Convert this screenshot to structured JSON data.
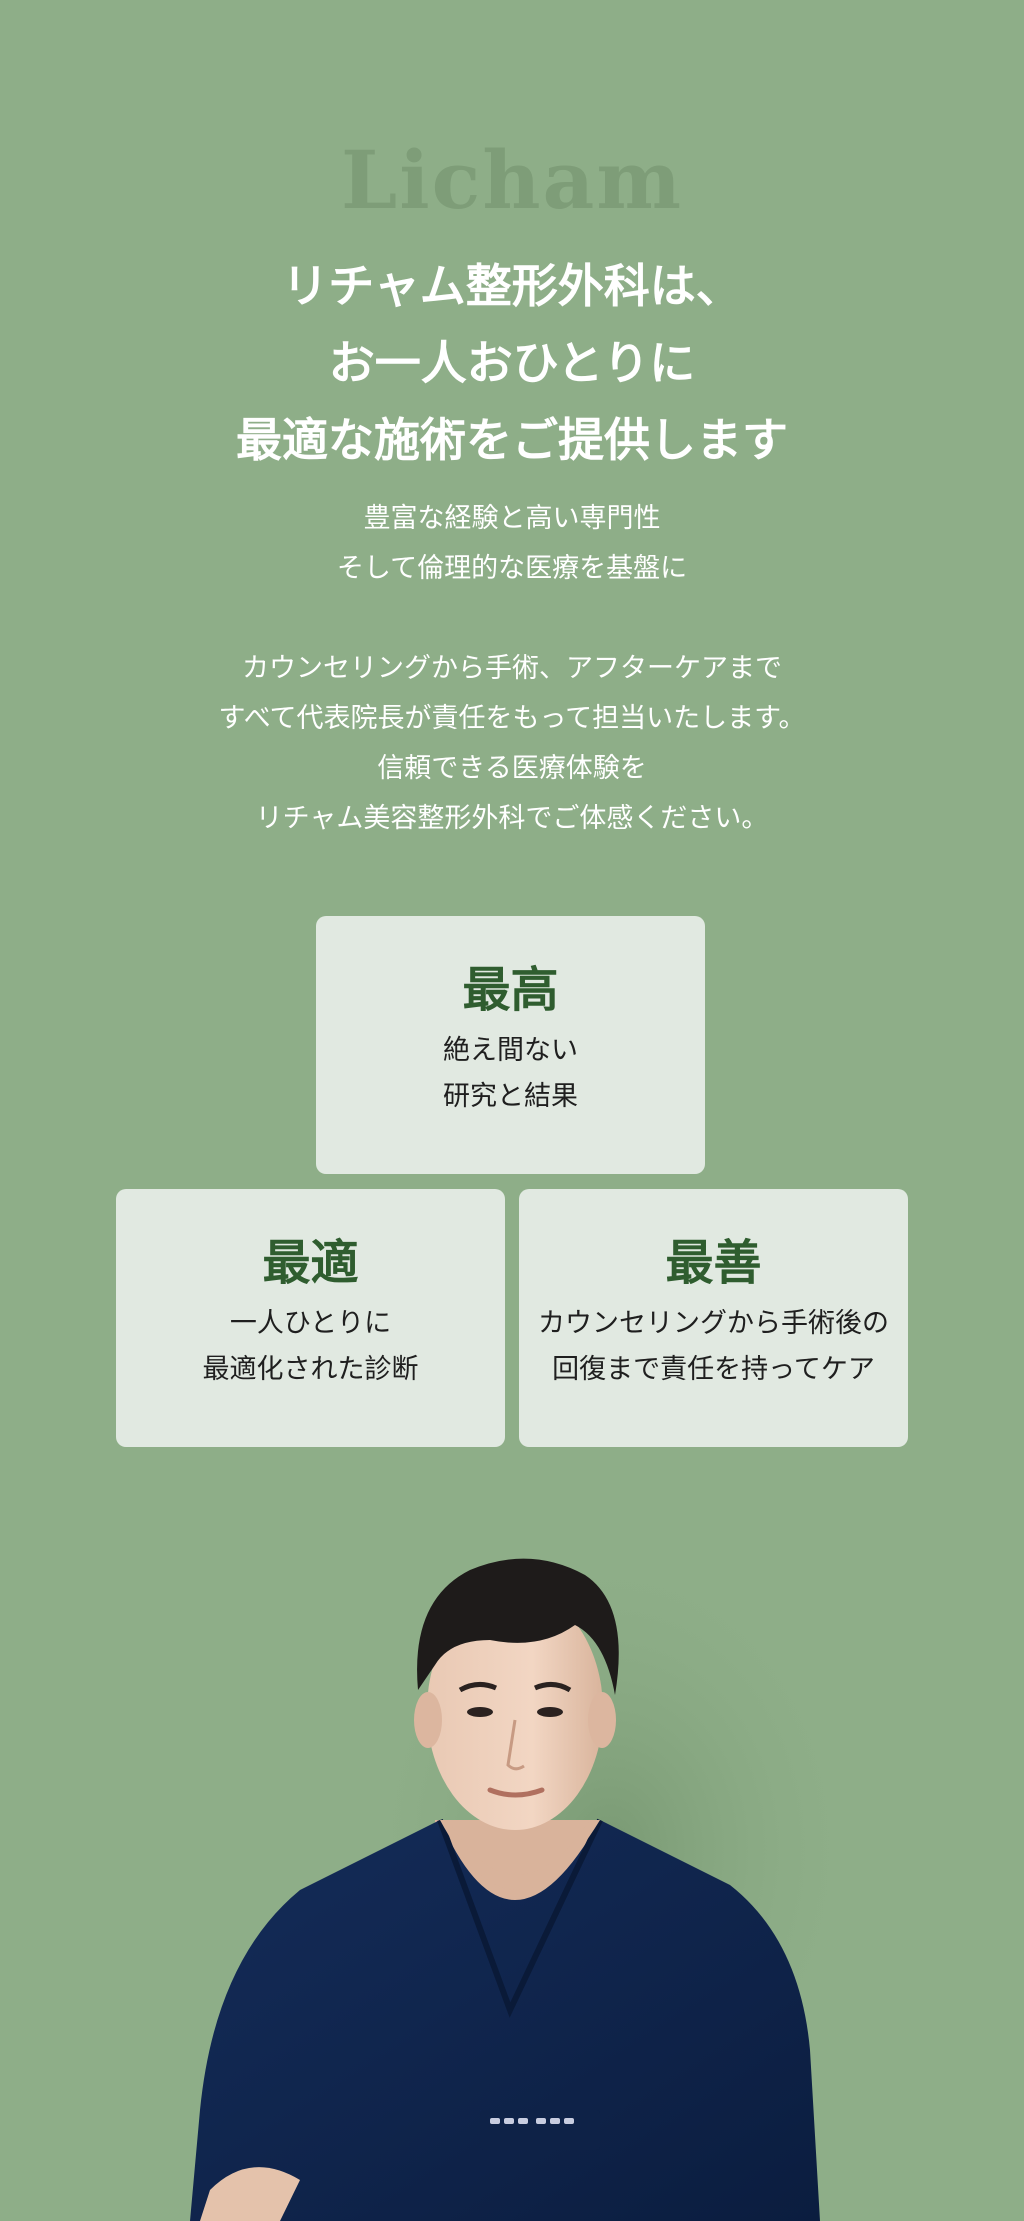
{
  "brand": "Licham",
  "headline": {
    "line1": "リチャム整形外科は、",
    "line2": "お一人おひとりに",
    "line3": "最適な施術をご提供します"
  },
  "intro": {
    "p1_line1": "豊富な経験と高い専門性",
    "p1_line2": "そして倫理的な医療を基盤に",
    "p2_line1": "カウンセリングから手術、アフターケアまで",
    "p2_line2": "すべて代表院長が責任をもって担当いたします。",
    "p2_line3": "信頼できる医療体験を",
    "p2_line4": "リチャム美容整形外科でご体感ください。"
  },
  "cards": {
    "top": {
      "title": "最高",
      "line1": "絶え間ない",
      "line2": "研究と結果"
    },
    "left": {
      "title": "最適",
      "line1": "一人ひとりに",
      "line2": "最適化された診断"
    },
    "right": {
      "title": "最善",
      "line1": "カウンセリングから手術後の",
      "line2": "回復まで責任を持ってケア"
    }
  },
  "colors": {
    "background": "#8eae88",
    "card_background": "#e1e9e1",
    "card_title": "#2f5d2f",
    "scrubs": "#10264f"
  }
}
